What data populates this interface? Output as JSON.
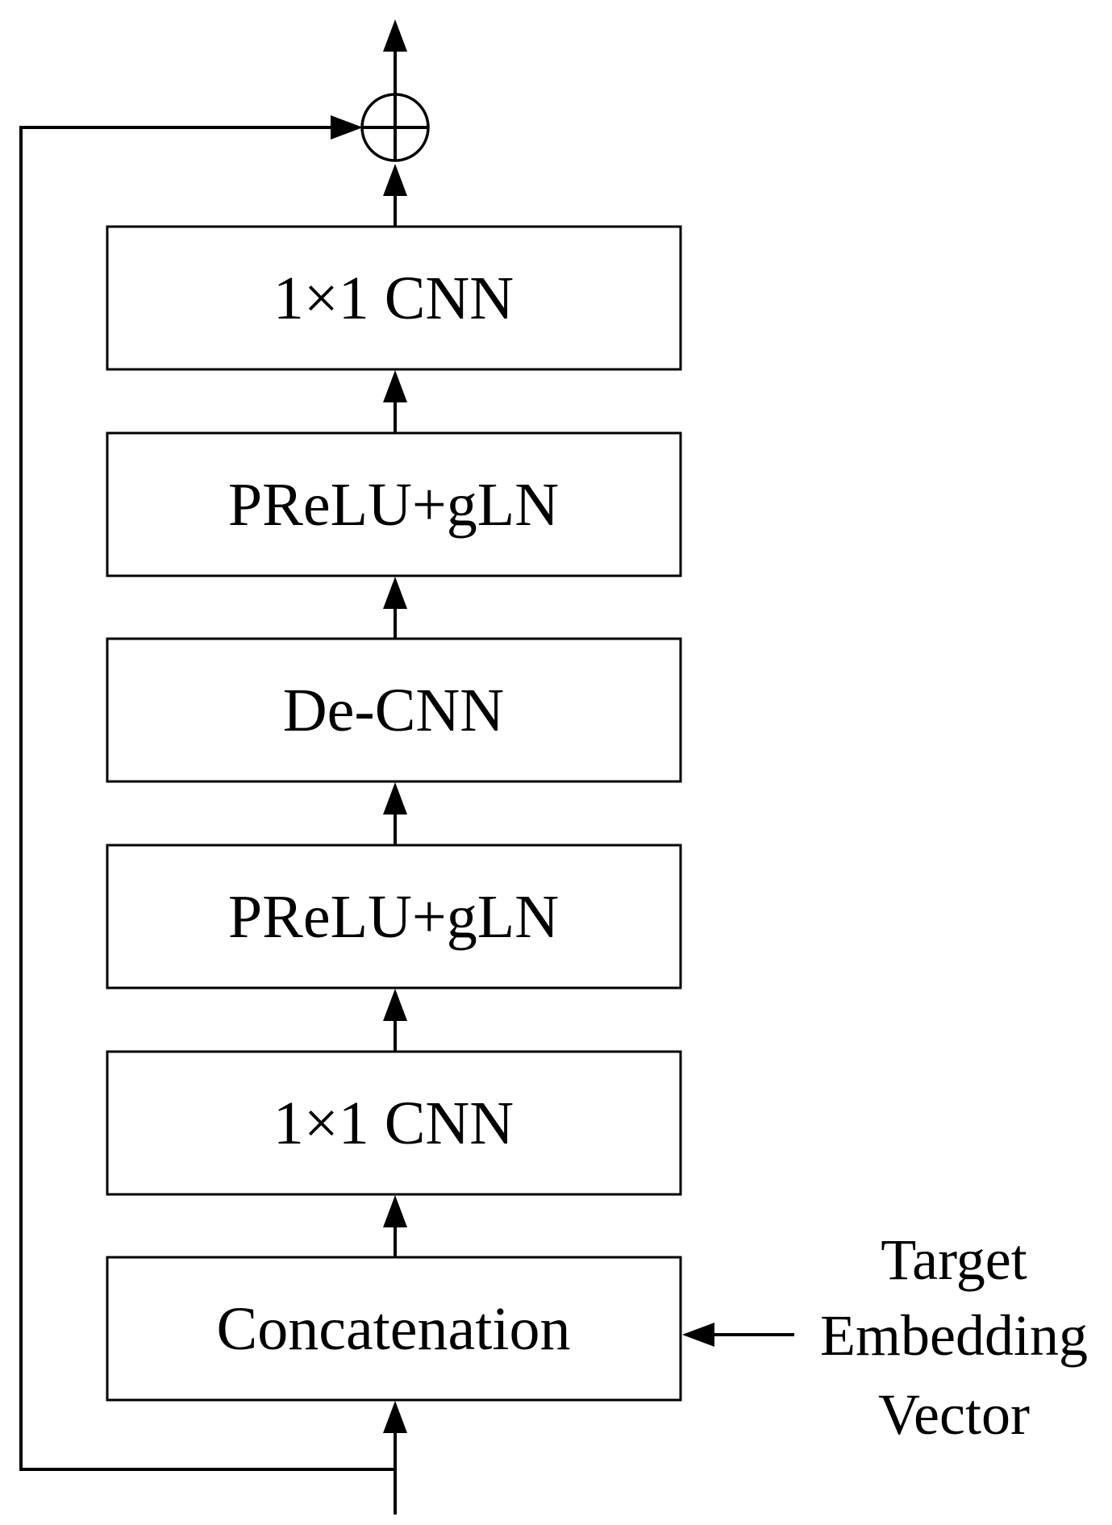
{
  "blocks": [
    {
      "id": "cnn-1x1-top",
      "label": "1×1 CNN"
    },
    {
      "id": "prelu-gln-upper",
      "label": "PReLU+gLN"
    },
    {
      "id": "de-cnn",
      "label": "De-CNN"
    },
    {
      "id": "prelu-gln-lower",
      "label": "PReLU+gLN"
    },
    {
      "id": "cnn-1x1-bottom",
      "label": "1×1 CNN"
    },
    {
      "id": "concatenation",
      "label": "Concatenation"
    }
  ],
  "side_input": {
    "lines": [
      "Target",
      "Embedding",
      "Vector"
    ]
  },
  "adder": {
    "symbol": "plus-circle-icon"
  },
  "colors": {
    "stroke": "#000000",
    "background": "#ffffff"
  }
}
